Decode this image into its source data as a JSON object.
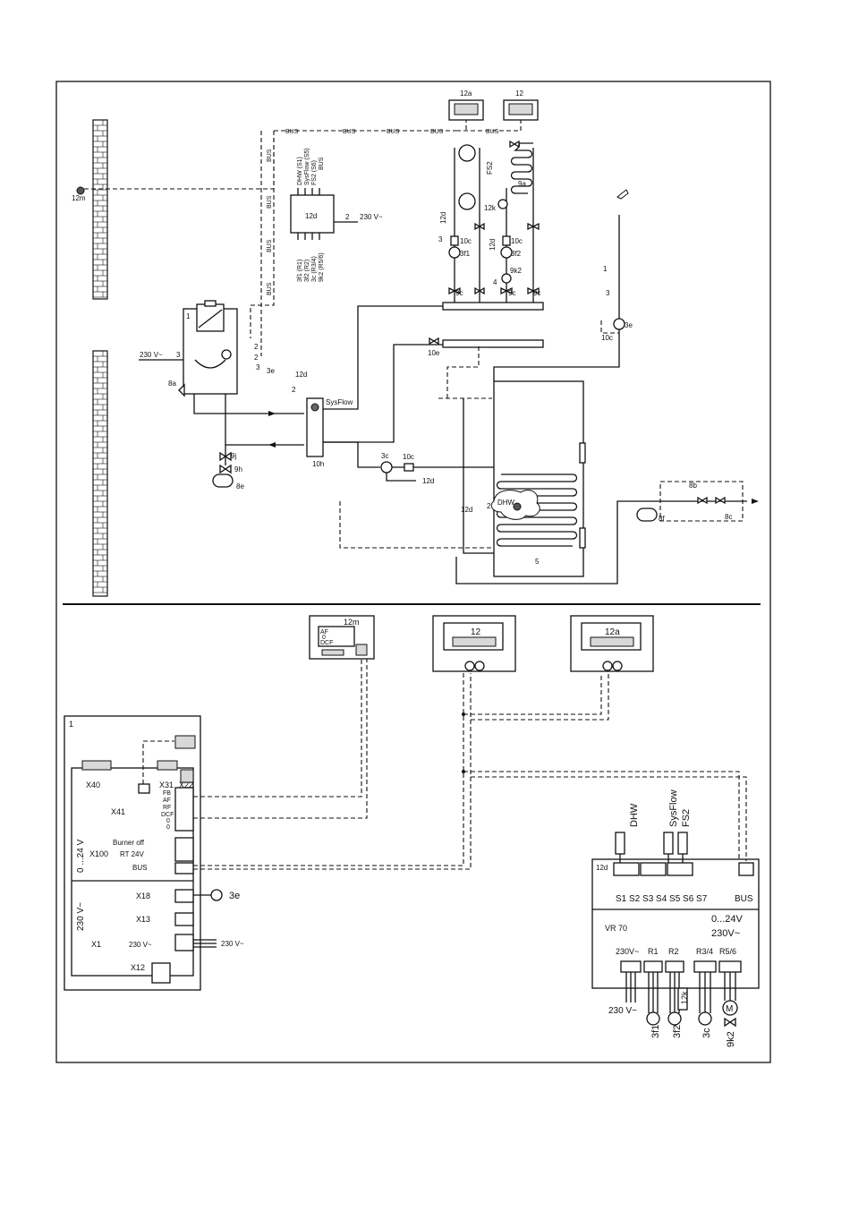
{
  "hydraulic": {
    "labels": {
      "controller_12a": "12a",
      "controller_12": "12",
      "bus": "BUS",
      "module_12d": "12d",
      "supply_230": "230 V~",
      "sensor_12m": "12m",
      "boiler_1": "1",
      "valve_8a": "8a",
      "pump_3e": "3e",
      "sysflow": "SysFlow",
      "header_10h": "10h",
      "valve_9j": "9j",
      "valve_9h": "9h",
      "vessel_8e": "8e",
      "pump_3c": "3c",
      "valve_10c": "10c",
      "sensor_12d": "12d",
      "dhw": "DHW",
      "cylinder_5": "5",
      "vessel_8f": "8f",
      "valve_8b": "8b",
      "group_8c": "8c",
      "fs2": "FS2",
      "sensor_12k": "12k",
      "valve_9a": "9a",
      "pump_3f1": "3f1",
      "pump_3f2": "3f2",
      "valve_9k2": "9k2",
      "valve_9c": "9c",
      "valve_10e": "10e",
      "num_1": "1",
      "num_2": "2",
      "num_3": "3",
      "num_4": "4"
    },
    "module_inputs": [
      "DHW (S1)",
      "SysFlow (S5)",
      "FS2 (S6)",
      "BUS"
    ],
    "module_outputs": [
      "3f1 (R1)",
      "3f2 (R2)",
      "3c (R3/4)",
      "9k2 (R5/6)"
    ]
  },
  "electrical": {
    "remote_12m": {
      "label": "12m",
      "terminals": [
        "AF",
        "0",
        "DCF"
      ]
    },
    "controller_12": "12",
    "controller_12a": "12a",
    "boiler_board": {
      "label": "1",
      "x40": "X40",
      "x31": "X31",
      "x22": "X22",
      "x41": "X41",
      "x41_terminals": [
        "FB",
        "AF",
        "RF",
        "DCF",
        "0",
        "0"
      ],
      "x100": "X100",
      "burner_off": "Burner off",
      "rt24": "RT 24V",
      "bus": "BUS",
      "range_low": "0 ...24 V",
      "range_high": "230 V~",
      "x18": "X18",
      "x13": "X13",
      "x1": "X1",
      "x1_230": "230 V~",
      "x12": "X12",
      "pump_3e": "3e",
      "supply_230": "230 V~"
    },
    "vr70": {
      "label": "12d",
      "name": "VR 70",
      "sensor_inputs": [
        "DHW",
        "SysFlow",
        "FS2"
      ],
      "s_labels": "S1 S2 S3 S4 S5 S6 S7",
      "bus": "BUS",
      "low_voltage": "0...24V",
      "high_voltage": "230V~",
      "out_230": "230V~",
      "out_r1": "R1",
      "out_r2": "R2",
      "out_r34": "R3/4",
      "out_r56": "R5/6",
      "feed_230": "230 V~",
      "loads": [
        "3f1",
        "3f2",
        "12k",
        "3c",
        "9k2"
      ]
    }
  }
}
